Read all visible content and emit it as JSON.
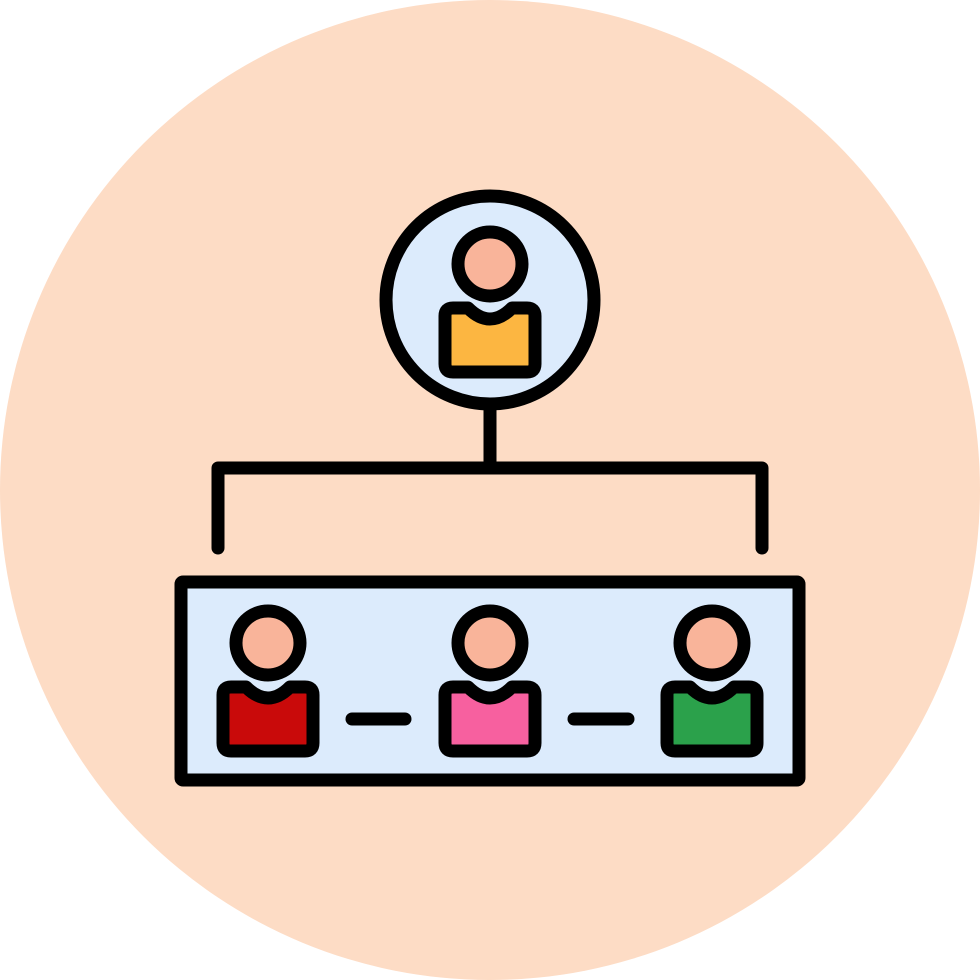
{
  "icon": {
    "name": "organization-hierarchy-icon",
    "colors": {
      "background_circle": "#FDDCC5",
      "panel_fill": "#DCEBFC",
      "outline": "#000000",
      "head": "#F9B49A",
      "leader_body": "#FCB641",
      "member_bodies": [
        "#C90A0A",
        "#F7609F",
        "#2BA14B"
      ]
    },
    "leader": {
      "role": "leader",
      "icon": "user-icon"
    },
    "members": [
      {
        "role": "member",
        "icon": "user-icon"
      },
      {
        "role": "member",
        "icon": "user-icon"
      },
      {
        "role": "member",
        "icon": "user-icon"
      }
    ]
  }
}
